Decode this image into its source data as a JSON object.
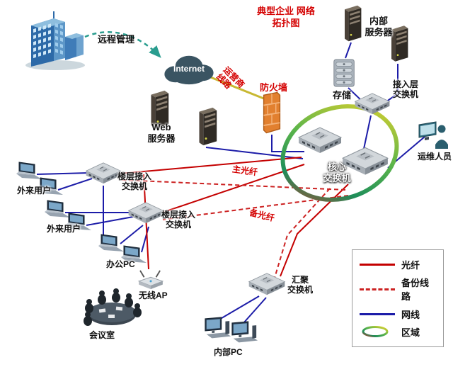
{
  "title": {
    "line1": "典型企业",
    "line2": "网络拓扑图"
  },
  "colors": {
    "fiber": "#c40000",
    "backup": "#cc2222",
    "cable": "#1c1ca8",
    "accent": "#d40000",
    "carrier": "#c8b832"
  },
  "nodes": {
    "building": {
      "label": "远程管理"
    },
    "internet": {
      "label": "Internet"
    },
    "carrier_line": {
      "label": "运营商线路"
    },
    "firewall": {
      "label": "防火墙"
    },
    "web_server": {
      "line1": "Web",
      "line2": "服务器"
    },
    "internal_server": {
      "line1": "内部",
      "line2": "服务器"
    },
    "storage": {
      "label": "存储"
    },
    "access_switch": {
      "line1": "接入层",
      "line2": "交换机"
    },
    "ops_staff": {
      "label": "运维人员"
    },
    "core_switch": {
      "line1": "核心",
      "line2": "交换机"
    },
    "main_fiber": {
      "label": "主光纤"
    },
    "backup_fiber": {
      "label": "备光纤"
    },
    "floor_switch_1": {
      "line1": "楼层接入",
      "line2": "交换机"
    },
    "floor_switch_2": {
      "line1": "楼层接入",
      "line2": "交换机"
    },
    "guest_users_1": {
      "label": "外来用户"
    },
    "guest_users_2": {
      "label": "外来用户"
    },
    "office_pc": {
      "label": "办公PC"
    },
    "wireless_ap": {
      "label": "无线AP"
    },
    "meeting_room": {
      "label": "会议室"
    },
    "aggregation_switch": {
      "line1": "汇聚",
      "line2": "交换机"
    },
    "internal_pc": {
      "label": "内部PC"
    }
  },
  "legend": {
    "items": [
      {
        "label": "光纤",
        "style": "fiber"
      },
      {
        "label": "备份线路",
        "style": "backup"
      },
      {
        "label": "网线",
        "style": "cable"
      },
      {
        "label": "区域",
        "style": "zone"
      }
    ]
  }
}
